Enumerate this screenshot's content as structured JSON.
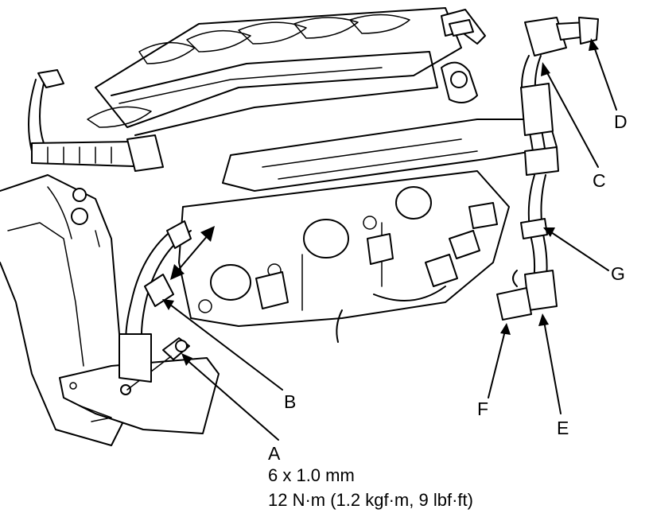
{
  "callouts": {
    "A": "A",
    "B": "B",
    "C": "C",
    "D": "D",
    "E": "E",
    "F": "F",
    "G": "G"
  },
  "spec": {
    "bolt_size": "6 x 1.0 mm",
    "torque": "12 N·m (1.2 kgf·m, 9 lbf·ft)"
  }
}
